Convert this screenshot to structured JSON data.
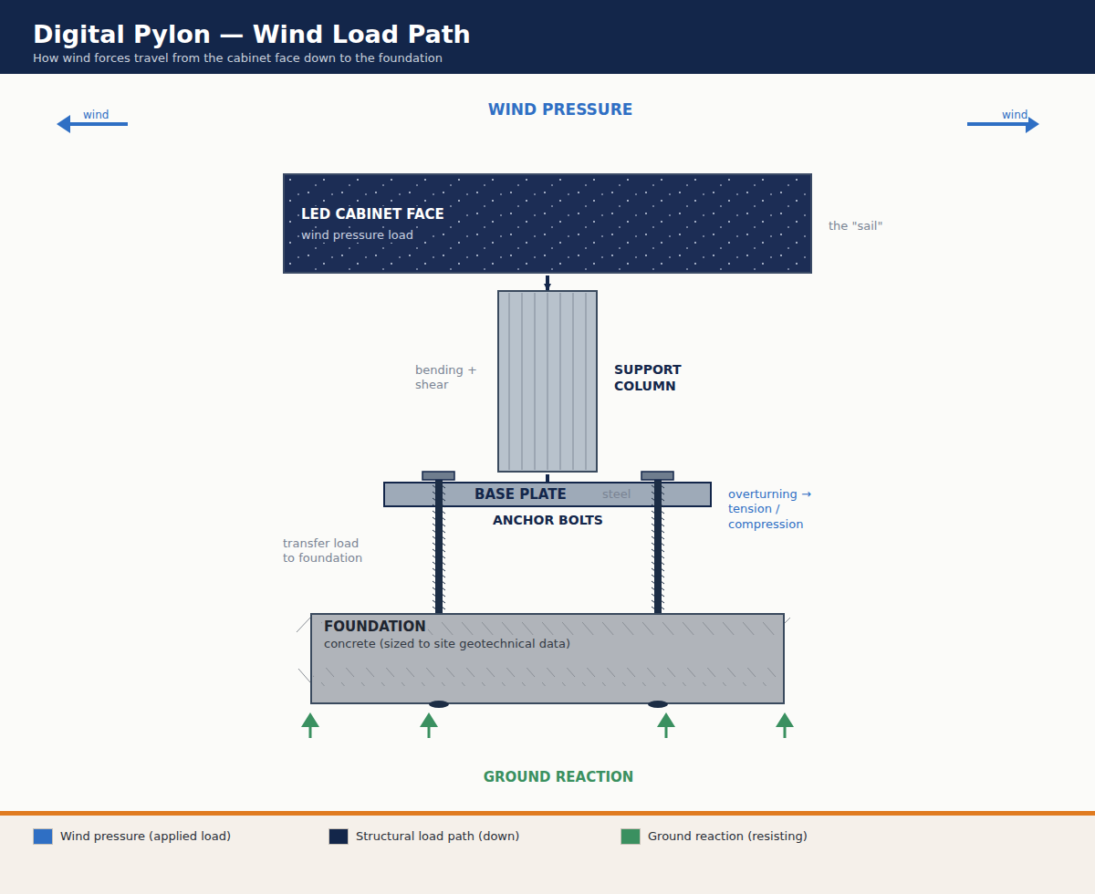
{
  "diagram": {
    "title": "Digital Pylon — Wind Load Path",
    "caption": "How wind forces travel from the cabinet face down to the foundation",
    "nodes": [
      {
        "text": [
          "LED CABINET FACE",
          "wind pressure load"
        ]
      },
      {
        "text": [
          "SUPPORT COLUMN"
        ]
      },
      {
        "text": [
          "BASE PLATE",
          "steel"
        ]
      },
      {
        "text": [
          "FOUNDATION",
          "concrete (sized to site geotechnical data)"
        ]
      }
    ],
    "edges": [
      {
        "from": 0,
        "to": 1,
        "arrow": "to"
      },
      {
        "from": 1,
        "to": 2,
        "arrow": "none"
      }
    ],
    "labels": [
      "WIND PRESSURE",
      "wind",
      "wind",
      "the \"sail\"",
      "bending + shear",
      "ANCHOR BOLTS",
      "overturning → tension / compression",
      "transfer load to foundation",
      "GROUND REACTION"
    ],
    "legend": [
      {
        "text": "Wind pressure (applied load)",
        "color": "#2f6fc4"
      },
      {
        "text": "Structural load path (down)",
        "color": "#13264a"
      },
      {
        "text": "Ground reaction (resisting)",
        "color": "#3a9060"
      }
    ]
  }
}
